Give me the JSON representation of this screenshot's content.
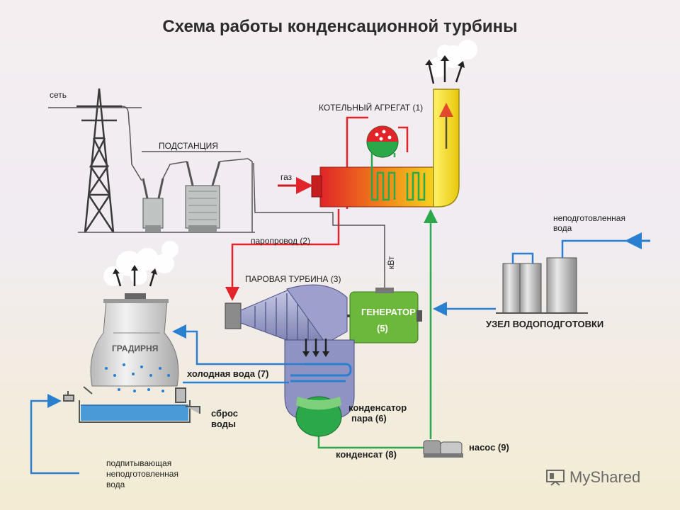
{
  "title": "Схема работы конденсационной турбины",
  "labels": {
    "grid": "сеть",
    "substation": "ПОДСТАНЦИЯ",
    "gas": "газ",
    "boiler": "КОТЕЛЬНЫЙ АГРЕГАТ (1)",
    "steam_line": "паропровод (2)",
    "kw": "кВт",
    "turbine": "ПАРОВАЯ ТУРБИНА (3)",
    "generator_name": "ГЕНЕРАТОР",
    "generator_num": "(5)",
    "raw_water_line1": "неподготовленная",
    "raw_water_line2": "вода",
    "water_treatment": "УЗЕЛ ВОДОПОДГОТОВКИ",
    "cooling_tower": "ГРАДИРНЯ",
    "cold_water": "холодная вода (7)",
    "drain_line1": "сброс",
    "drain_line2": "воды",
    "condenser_line1": "конденсатор",
    "condenser_line2": "пара (6)",
    "condensate": "конденсат (8)",
    "pump": "насос (9)",
    "makeup_line1": "подпитывающая",
    "makeup_line2": "неподготовленная",
    "makeup_line3": "вода"
  },
  "watermark": {
    "text": "MyShared",
    "icon": "presentation-board-icon"
  },
  "colors": {
    "steam": "#e0242a",
    "water": "#2a7fd0",
    "condensate": "#2aa84a",
    "cable": "#555555",
    "generator": "#6cb83a",
    "chimney": "#f5e020",
    "turbine": "#8a8fc0"
  }
}
